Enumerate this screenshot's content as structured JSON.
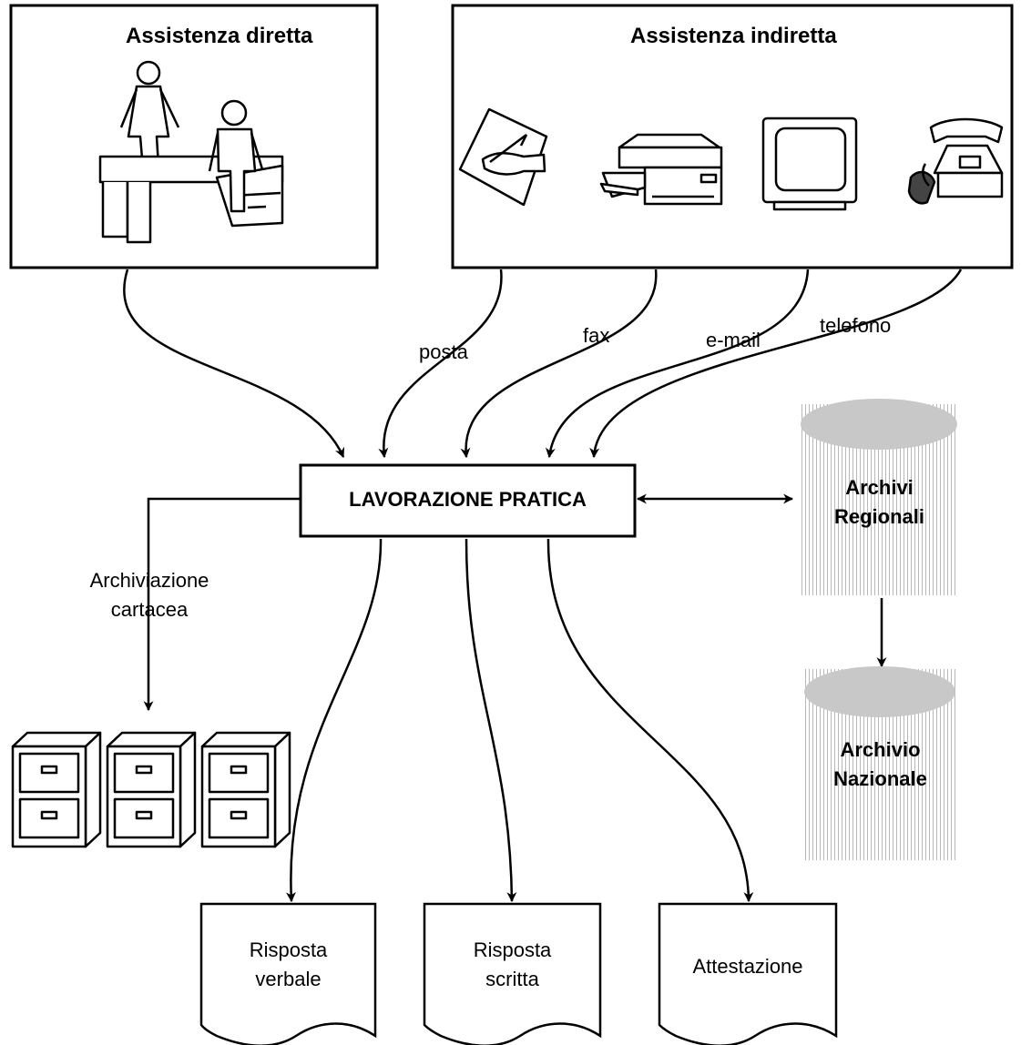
{
  "direct_box": {
    "title": "Assistenza diretta"
  },
  "indirect_box": {
    "title": "Assistenza indiretta"
  },
  "channels": {
    "posta": "posta",
    "fax": "fax",
    "email": "e-mail",
    "telefono": "telefono"
  },
  "process": {
    "label": "LAVORAZIONE PRATICA"
  },
  "archive_paper": {
    "line1": "Archiviazione",
    "line2": "cartacea"
  },
  "regional_archive": {
    "line1": "Archivi",
    "line2": "Regionali"
  },
  "national_archive": {
    "line1": "Archivio",
    "line2": "Nazionale"
  },
  "outputs": {
    "verbal": {
      "line1": "Risposta",
      "line2": "verbale"
    },
    "written": {
      "line1": "Risposta",
      "line2": "scritta"
    },
    "attestation": {
      "line1": "Attestazione"
    }
  }
}
